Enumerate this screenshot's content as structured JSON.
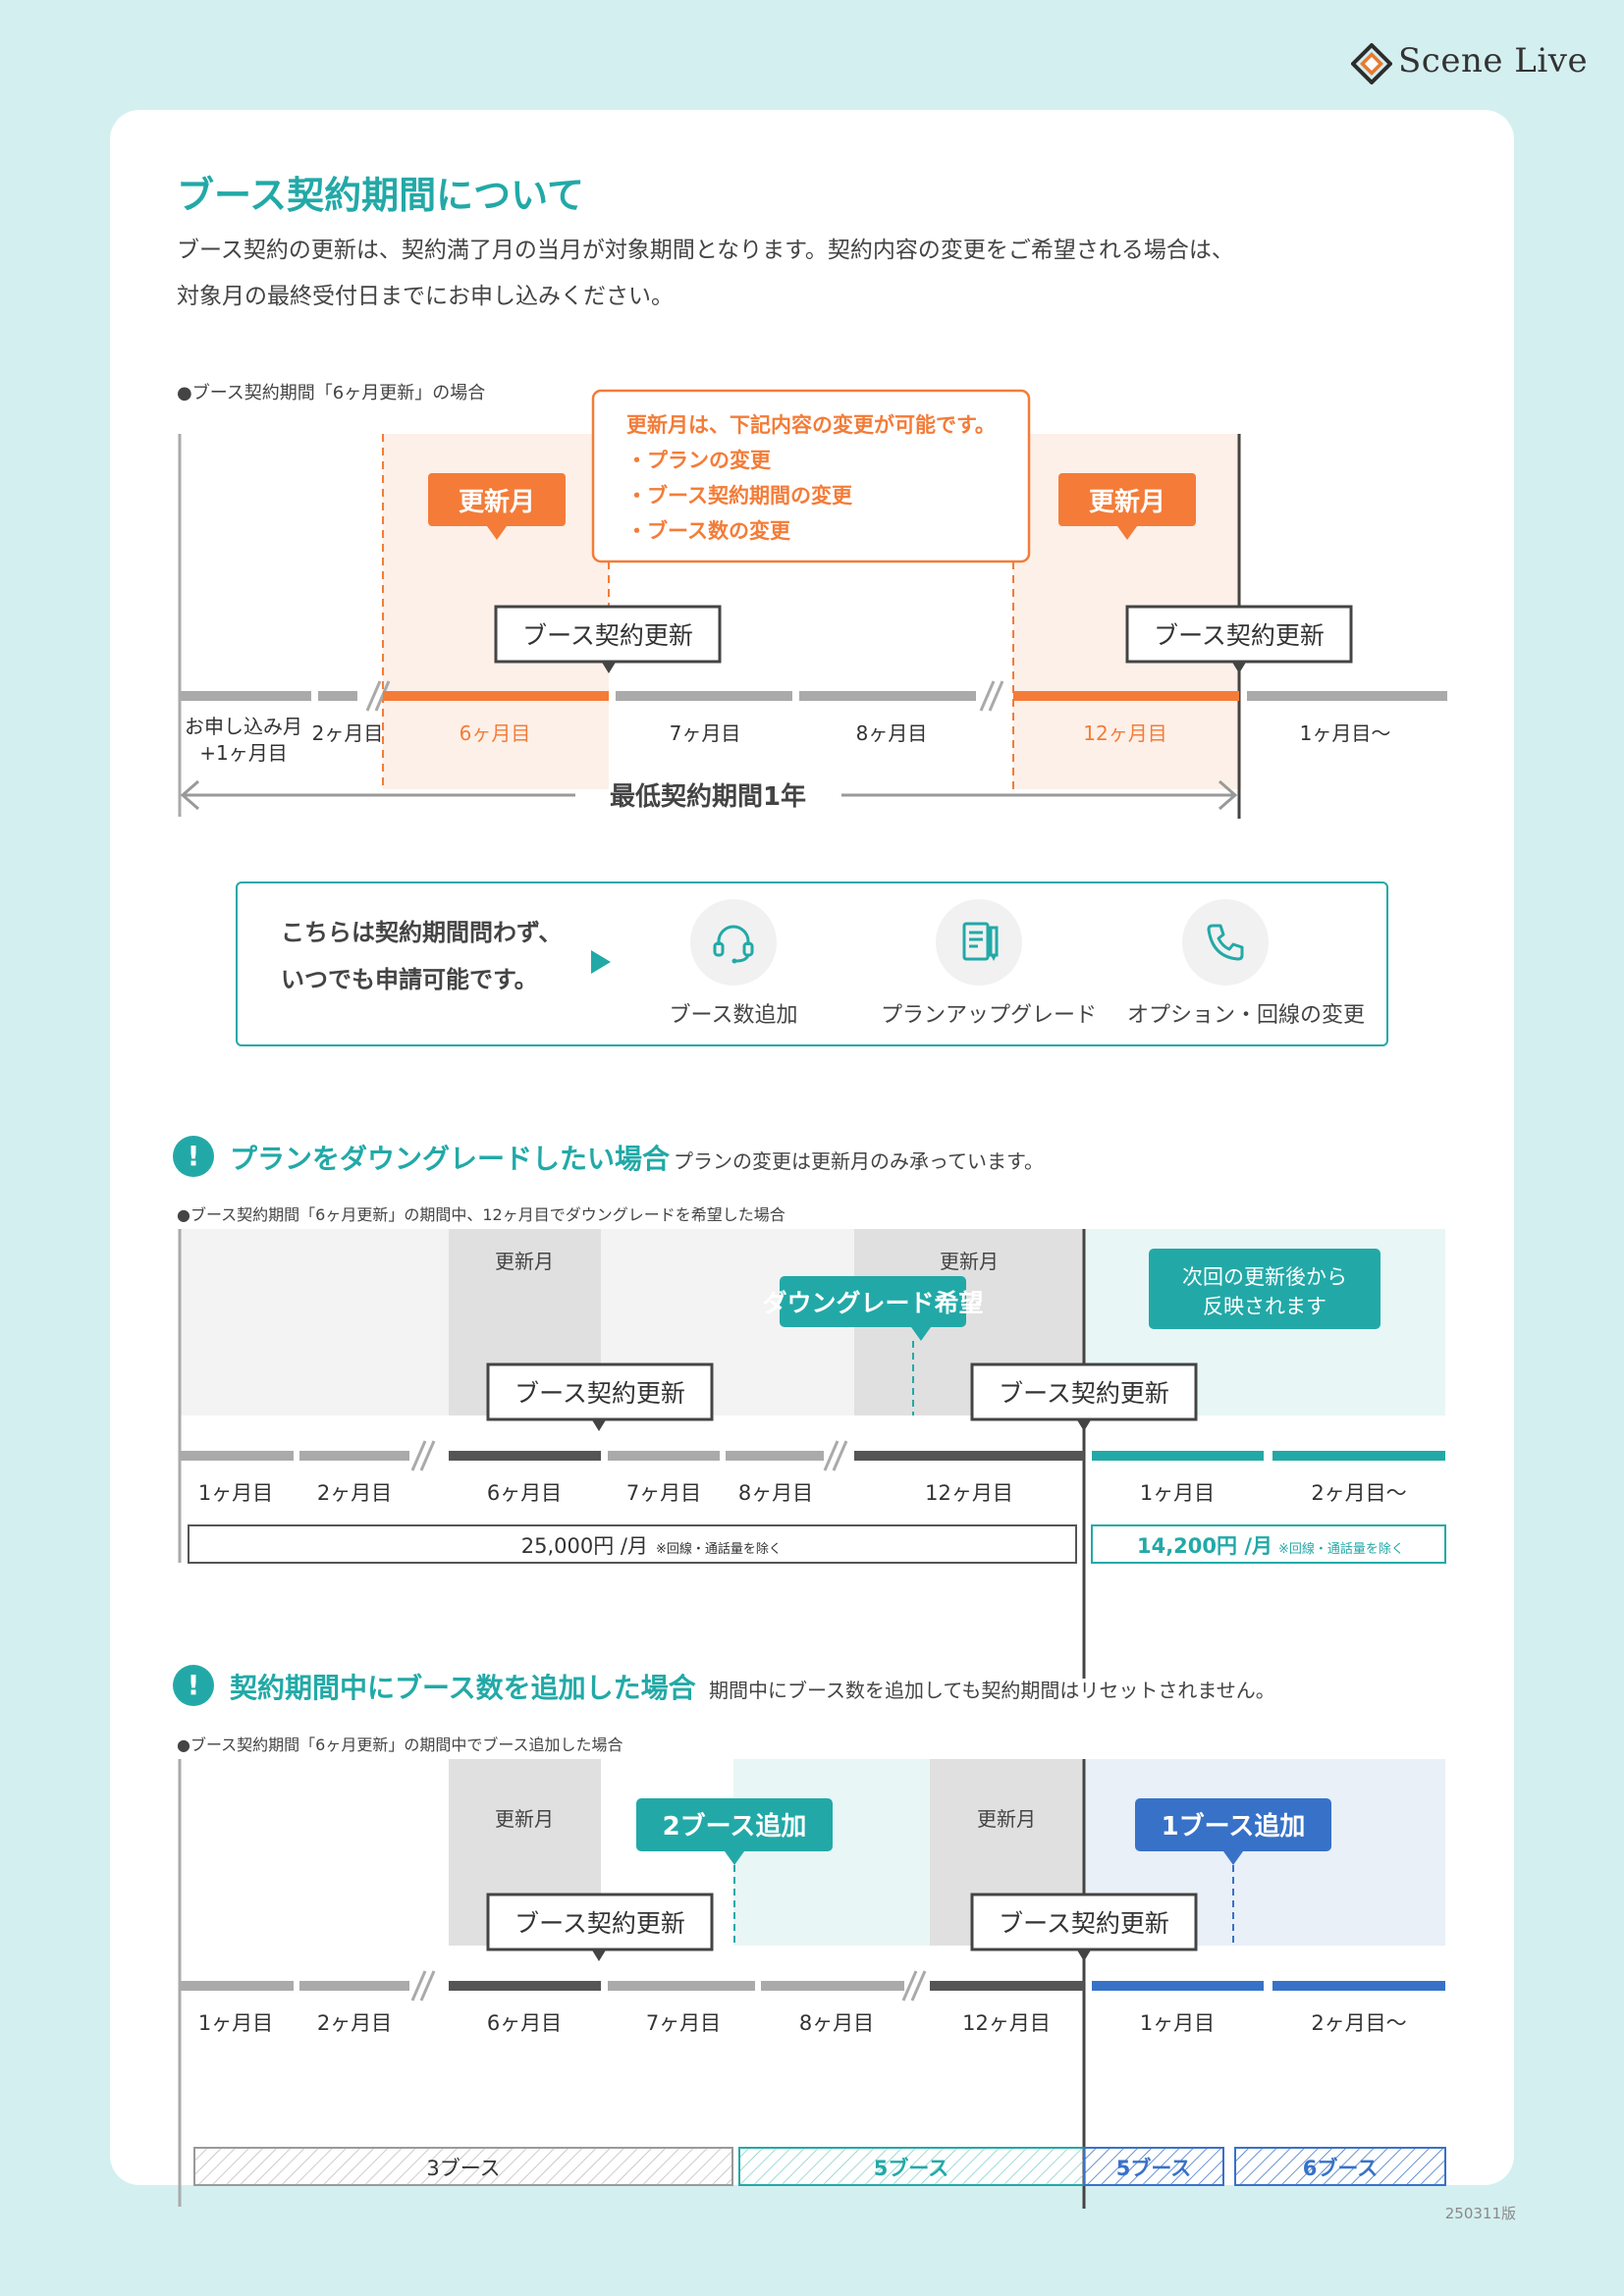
{
  "brand": {
    "name": "Scene Live",
    "color": "#22a9a7",
    "accent_orange": "#f47c38",
    "accent_blue": "#3772c8"
  },
  "version": "250311版",
  "title": "ブース契約期間について",
  "lead": [
    "ブース契約の更新は、契約満了月の当月が対象期間となります。契約内容の変更をご希望される場合は、",
    "対象月の最終受付日までにお申し込みください。"
  ],
  "section1": {
    "caption": "●ブース契約期間「6ヶ月更新」の場合",
    "renewal_month": "更新月",
    "renewal_label": "ブース契約更新",
    "callout": {
      "title": "更新月は、下記内容の変更が可能です。",
      "items": [
        "・プランの変更",
        "・ブース契約期間の変更",
        "・ブース数の変更"
      ]
    },
    "months": [
      "お申し込み月",
      "+1ヶ月目",
      "2ヶ月目",
      "6ヶ月目",
      "7ヶ月目",
      "8ヶ月目",
      "12ヶ月目",
      "1ヶ月目〜"
    ],
    "min_period": "最低契約期間1年"
  },
  "anytime": {
    "text": [
      "こちらは契約期間問わず、",
      "いつでも申請可能です。"
    ],
    "features": [
      {
        "icon": "headset-icon",
        "label": "ブース数追加"
      },
      {
        "icon": "document-edit-icon",
        "label": "プランアップグレード"
      },
      {
        "icon": "phone-icon",
        "label": "オプション・回線の変更"
      }
    ]
  },
  "section2": {
    "title": "プランをダウングレードしたい場合",
    "subtitle": "プランの変更は更新月のみ承っています。",
    "caption": "●ブース契約期間「6ヶ月更新」の期間中、12ヶ月目でダウングレードを希望した場合",
    "renewal_month": "更新月",
    "renewal_label": "ブース契約更新",
    "downgrade_label": "ダウングレード希望",
    "reflect_note": [
      "次回の更新後から",
      "反映されます"
    ],
    "months": [
      "1ヶ月目",
      "2ヶ月目",
      "6ヶ月目",
      "7ヶ月目",
      "8ヶ月目",
      "12ヶ月目",
      "1ヶ月目",
      "2ヶ月目〜"
    ],
    "price_before": "25,000円 /月",
    "price_after": "14,200円 /月",
    "price_note": "※回線・通話量を除く"
  },
  "section3": {
    "title": "契約期間中にブース数を追加した場合",
    "subtitle": "期間中にブース数を追加しても契約期間はリセットされません。",
    "caption": "●ブース契約期間「6ヶ月更新」の期間中でブース追加した場合",
    "renewal_month": "更新月",
    "renewal_label": "ブース契約更新",
    "add2_label": "2ブース追加",
    "add1_label": "1ブース追加",
    "months": [
      "1ヶ月目",
      "2ヶ月目",
      "6ヶ月目",
      "7ヶ月目",
      "8ヶ月目",
      "12ヶ月目",
      "1ヶ月目",
      "2ヶ月目〜"
    ],
    "booths": [
      "3ブース",
      "5ブース",
      "5ブース",
      "6ブース"
    ]
  }
}
